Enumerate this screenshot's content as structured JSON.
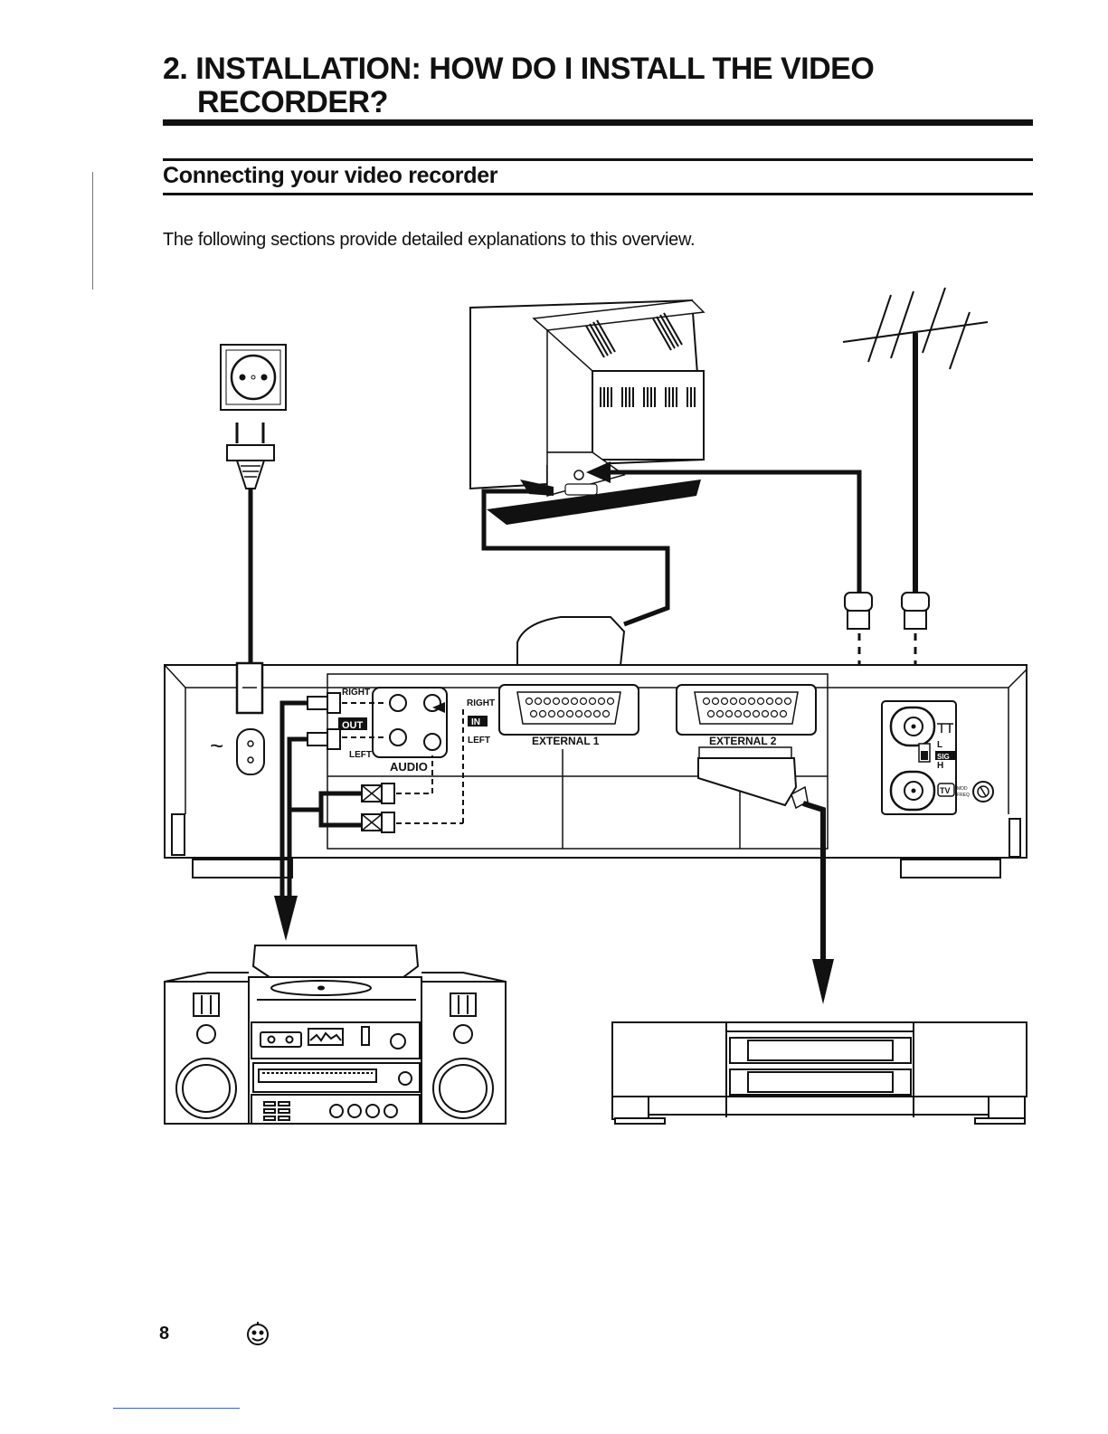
{
  "heading": {
    "line1": "2. INSTALLATION: HOW DO I INSTALL THE VIDEO",
    "line2": "RECORDER?"
  },
  "section_title": "Connecting your video recorder",
  "intro_text": "The following sections provide detailed explanations to this overview.",
  "diagram": {
    "audio_out": {
      "right": "RIGHT",
      "badge": "OUT",
      "left": "LEFT"
    },
    "audio_in": {
      "right": "RIGHT",
      "badge": "IN",
      "left": "LEFT"
    },
    "audio_label": "AUDIO",
    "external1": "EXTERNAL 1",
    "external2": "EXTERNAL 2",
    "mains_symbol": "~",
    "rf_switch": {
      "l": "L",
      "h": "H",
      "sig": "SIG",
      "tv": "TV",
      "mod": "MOD",
      "freq": "FREQ"
    }
  },
  "footer": {
    "page_number": "8"
  },
  "icons": [
    "power-socket-icon",
    "mains-plug-icon",
    "tv-set-icon",
    "antenna-icon",
    "stereo-system-icon",
    "second-vcr-icon",
    "recycle-logo-icon"
  ]
}
